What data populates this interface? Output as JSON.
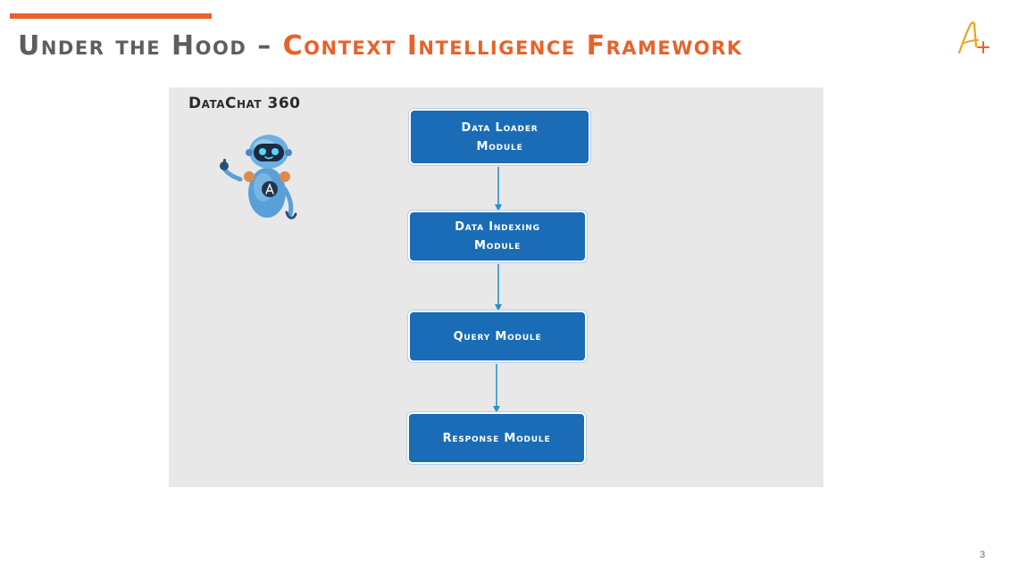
{
  "header": {
    "title_part1": "Under the Hood – ",
    "title_part2": "Context Intelligence Framework",
    "logo_icon": "a-plus-logo-icon"
  },
  "panel": {
    "label": "DataChat 360",
    "mascot_icon": "robot-mascot-icon"
  },
  "modules": [
    {
      "line1": "Data Loader",
      "line2": "Module"
    },
    {
      "line1": "Data Indexing",
      "line2": "Module"
    },
    {
      "line1": "Query Module"
    },
    {
      "line1": "Response Module"
    }
  ],
  "colors": {
    "accent": "#e8622a",
    "title_gray": "#5e5e5e",
    "module_blue": "#1a6cb7",
    "arrow": "#2f8fc9",
    "panel_bg": "#e8e8e8"
  },
  "footer": {
    "page_number": "3"
  }
}
